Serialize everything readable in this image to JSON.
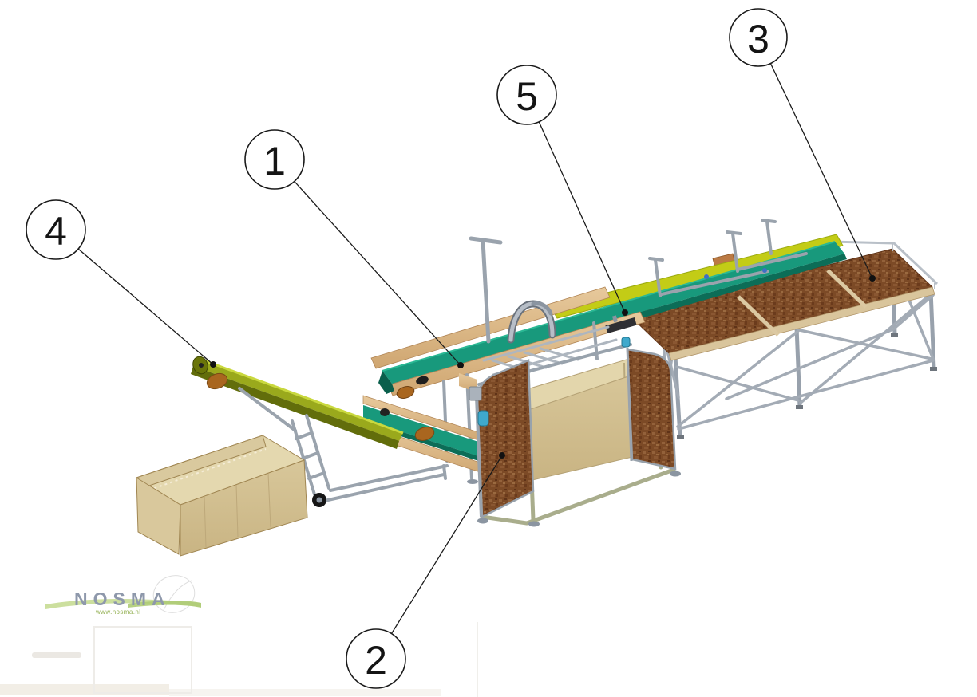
{
  "callouts": [
    {
      "label": "1"
    },
    {
      "label": "2"
    },
    {
      "label": "3"
    },
    {
      "label": "4"
    },
    {
      "label": "5"
    }
  ],
  "logo": {
    "name": "NOSMA",
    "url": "www.nosma.nl",
    "text_color": "#8e98ab",
    "accent_green": "#aecb74"
  },
  "colors": {
    "background": "#ffffff",
    "belt_teal": "#18997c",
    "belt_teal_dark": "#0c6d57",
    "guide_chartreuse": "#c3cc16",
    "belt_olive": "#9aa91c",
    "belt_olive_dark": "#626d0b",
    "wood_dark_panel": "#7c4a26",
    "wood_light_board": "#ddb88a",
    "cardboard": "#d3c092",
    "crate_face": "#cfbd8f",
    "metal_silver": "#9aa3ad",
    "roller_brown": "#a9661f",
    "knob_blue": "#3fa9cc",
    "callout_stroke": "#111111"
  }
}
